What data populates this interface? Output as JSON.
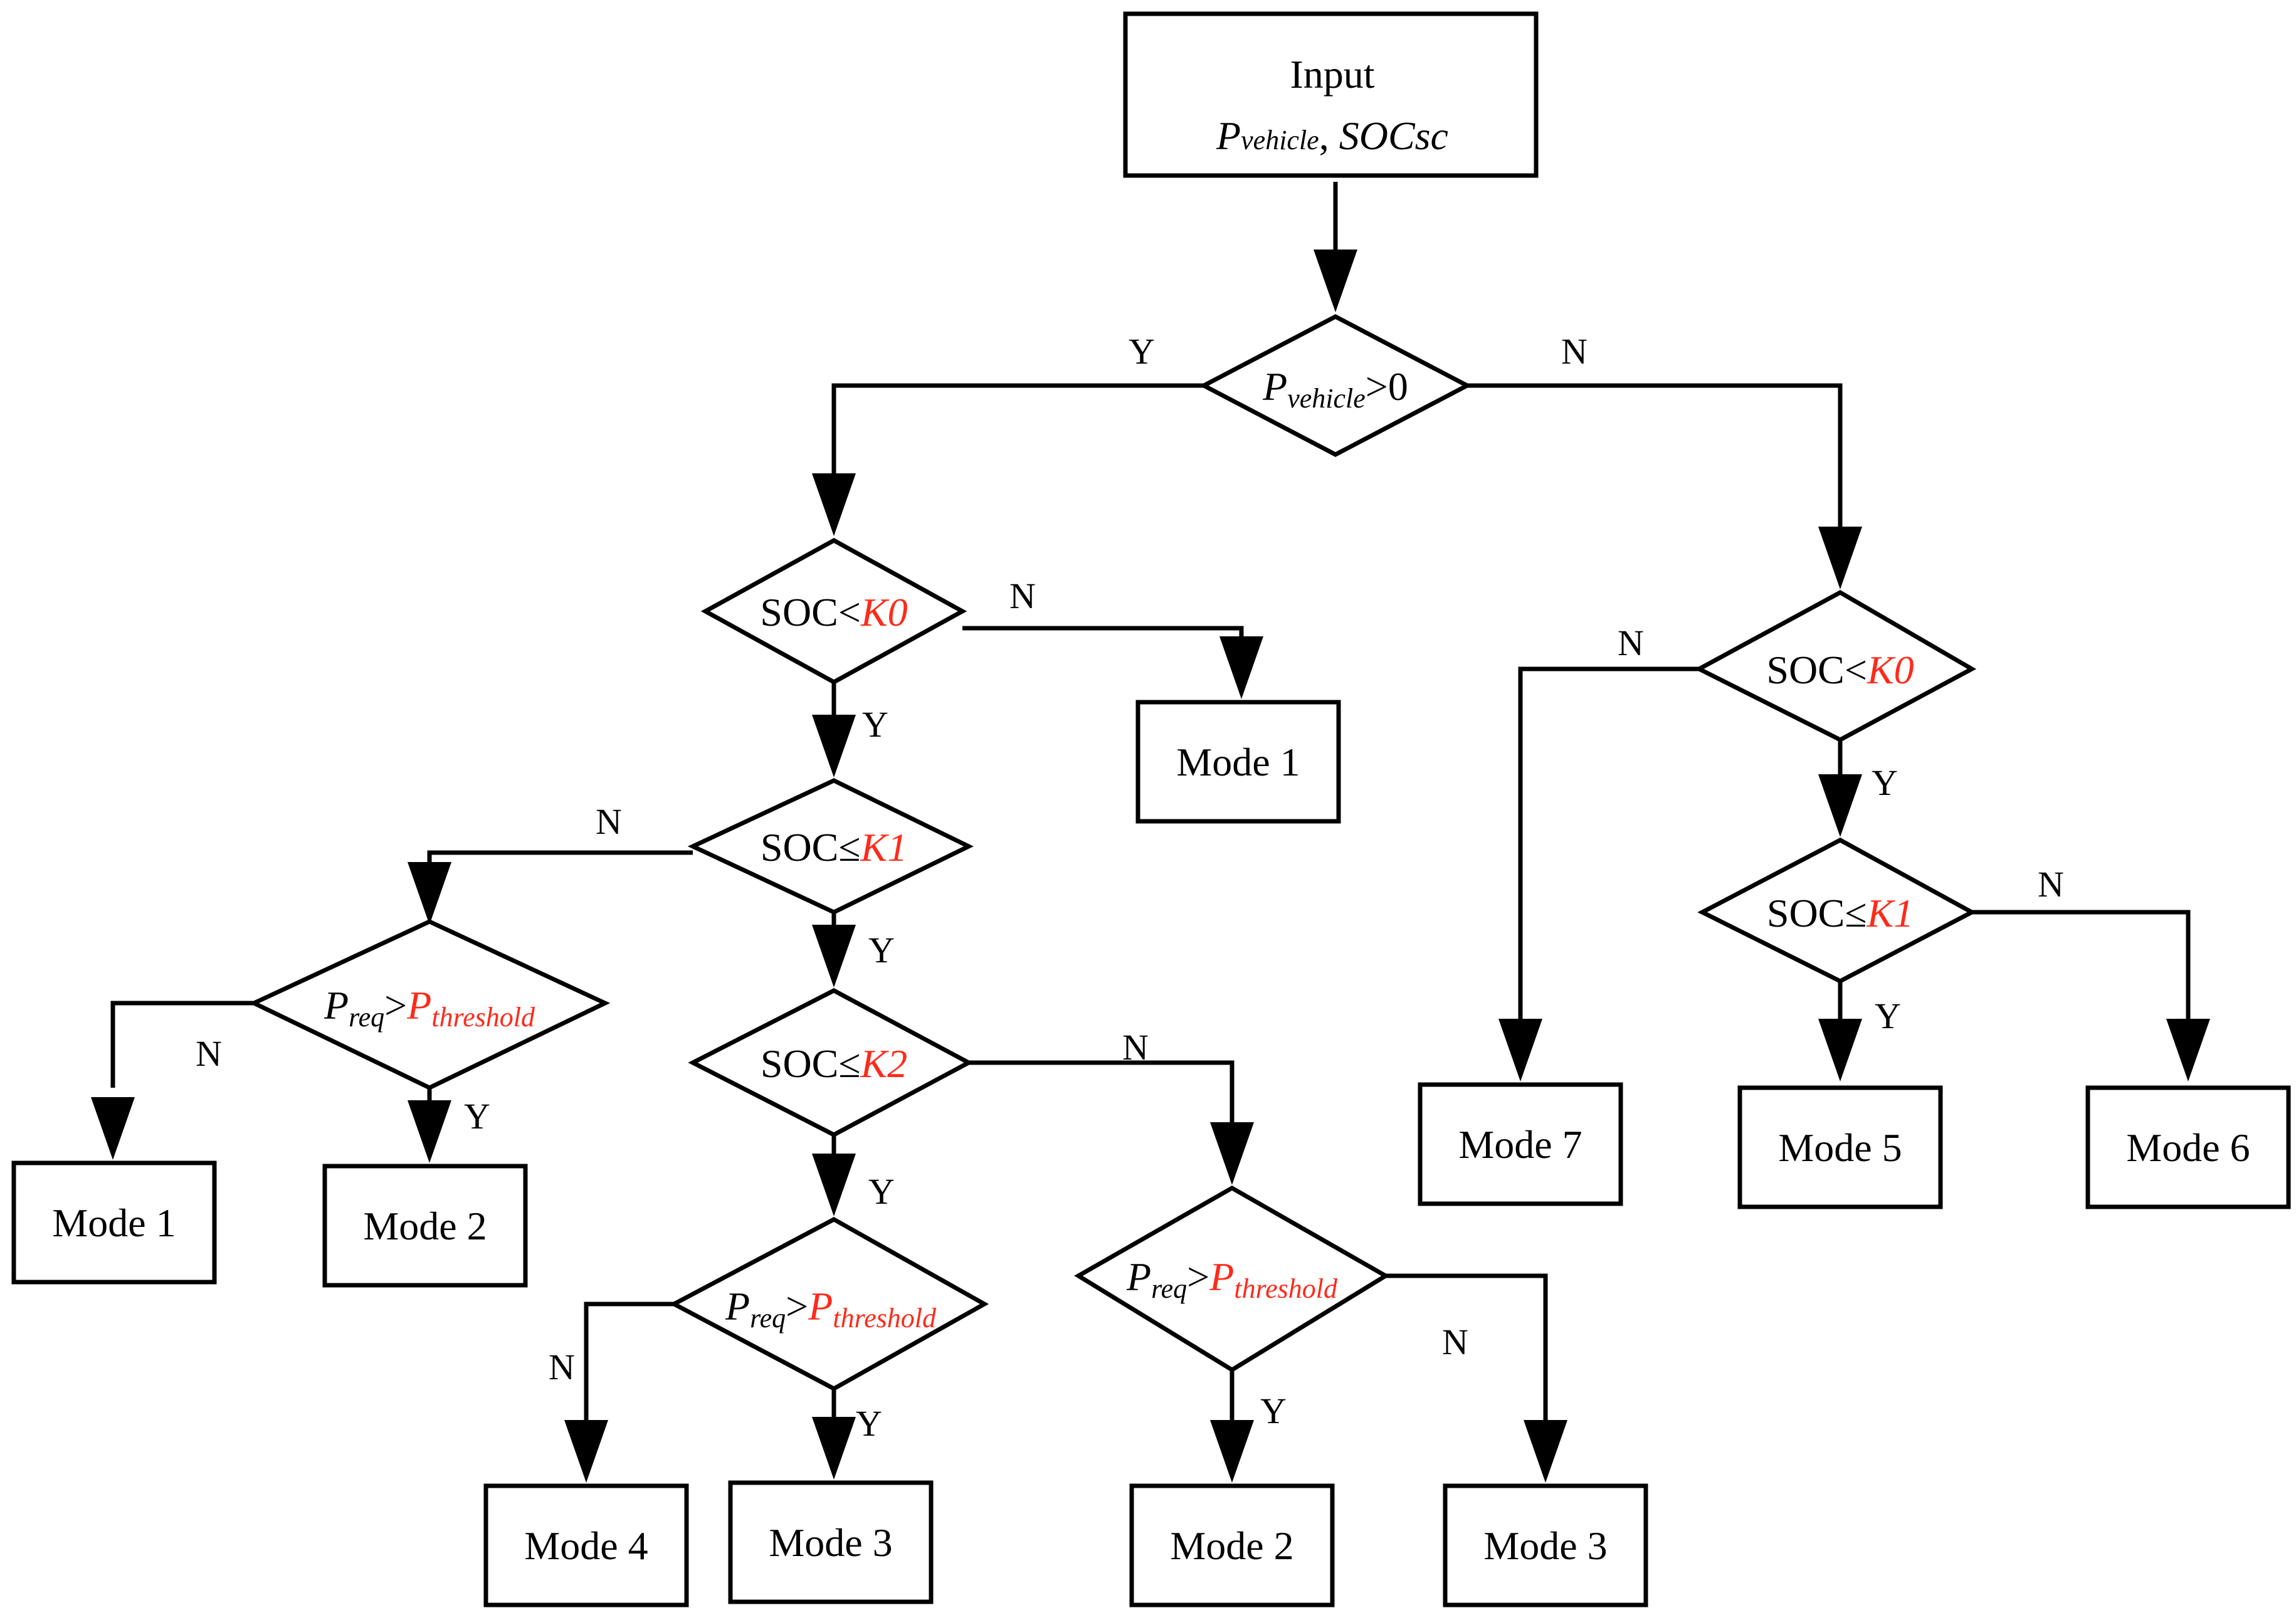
{
  "colors": {
    "line": "#000000",
    "highlight": "#ff2a1a",
    "background": "#ffffff"
  },
  "start": {
    "label": "Input",
    "var1_main": "P",
    "var1_sub": "vehicle",
    "sep": ",",
    "var2": "SOCsc"
  },
  "decisions": {
    "d_power": {
      "main": "P",
      "sub": "vehicle",
      "rest": ">0"
    },
    "d_left_k0": {
      "prefix": "SOC<",
      "k": "K0"
    },
    "d_left_k1": {
      "prefix": "SOC≤",
      "k": "K1"
    },
    "d_left_k2": {
      "prefix": "SOC≤",
      "k": "K2"
    },
    "d_preq_a": {
      "p1": "P",
      "s1": "req",
      "op": ">",
      "p2": "P",
      "s2": "threshold"
    },
    "d_preq_b": {
      "p1": "P",
      "s1": "req",
      "op": ">",
      "p2": "P",
      "s2": "threshold"
    },
    "d_preq_c": {
      "p1": "P",
      "s1": "req",
      "op": ">",
      "p2": "P",
      "s2": "threshold"
    },
    "d_right_k0": {
      "prefix": "SOC<",
      "k": "K0"
    },
    "d_right_k1": {
      "prefix": "SOC≤",
      "k": "K1"
    }
  },
  "modes": {
    "m_top1": "Mode 1",
    "m_left1": "Mode 1",
    "m_left2": "Mode 2",
    "m_b4": "Mode 4",
    "m_b3a": "Mode 3",
    "m_b2": "Mode 2",
    "m_b3b": "Mode 3",
    "m_r7": "Mode 7",
    "m_r5": "Mode 5",
    "m_r6": "Mode 6"
  },
  "branch_labels": {
    "y": "Y",
    "n": "N"
  }
}
